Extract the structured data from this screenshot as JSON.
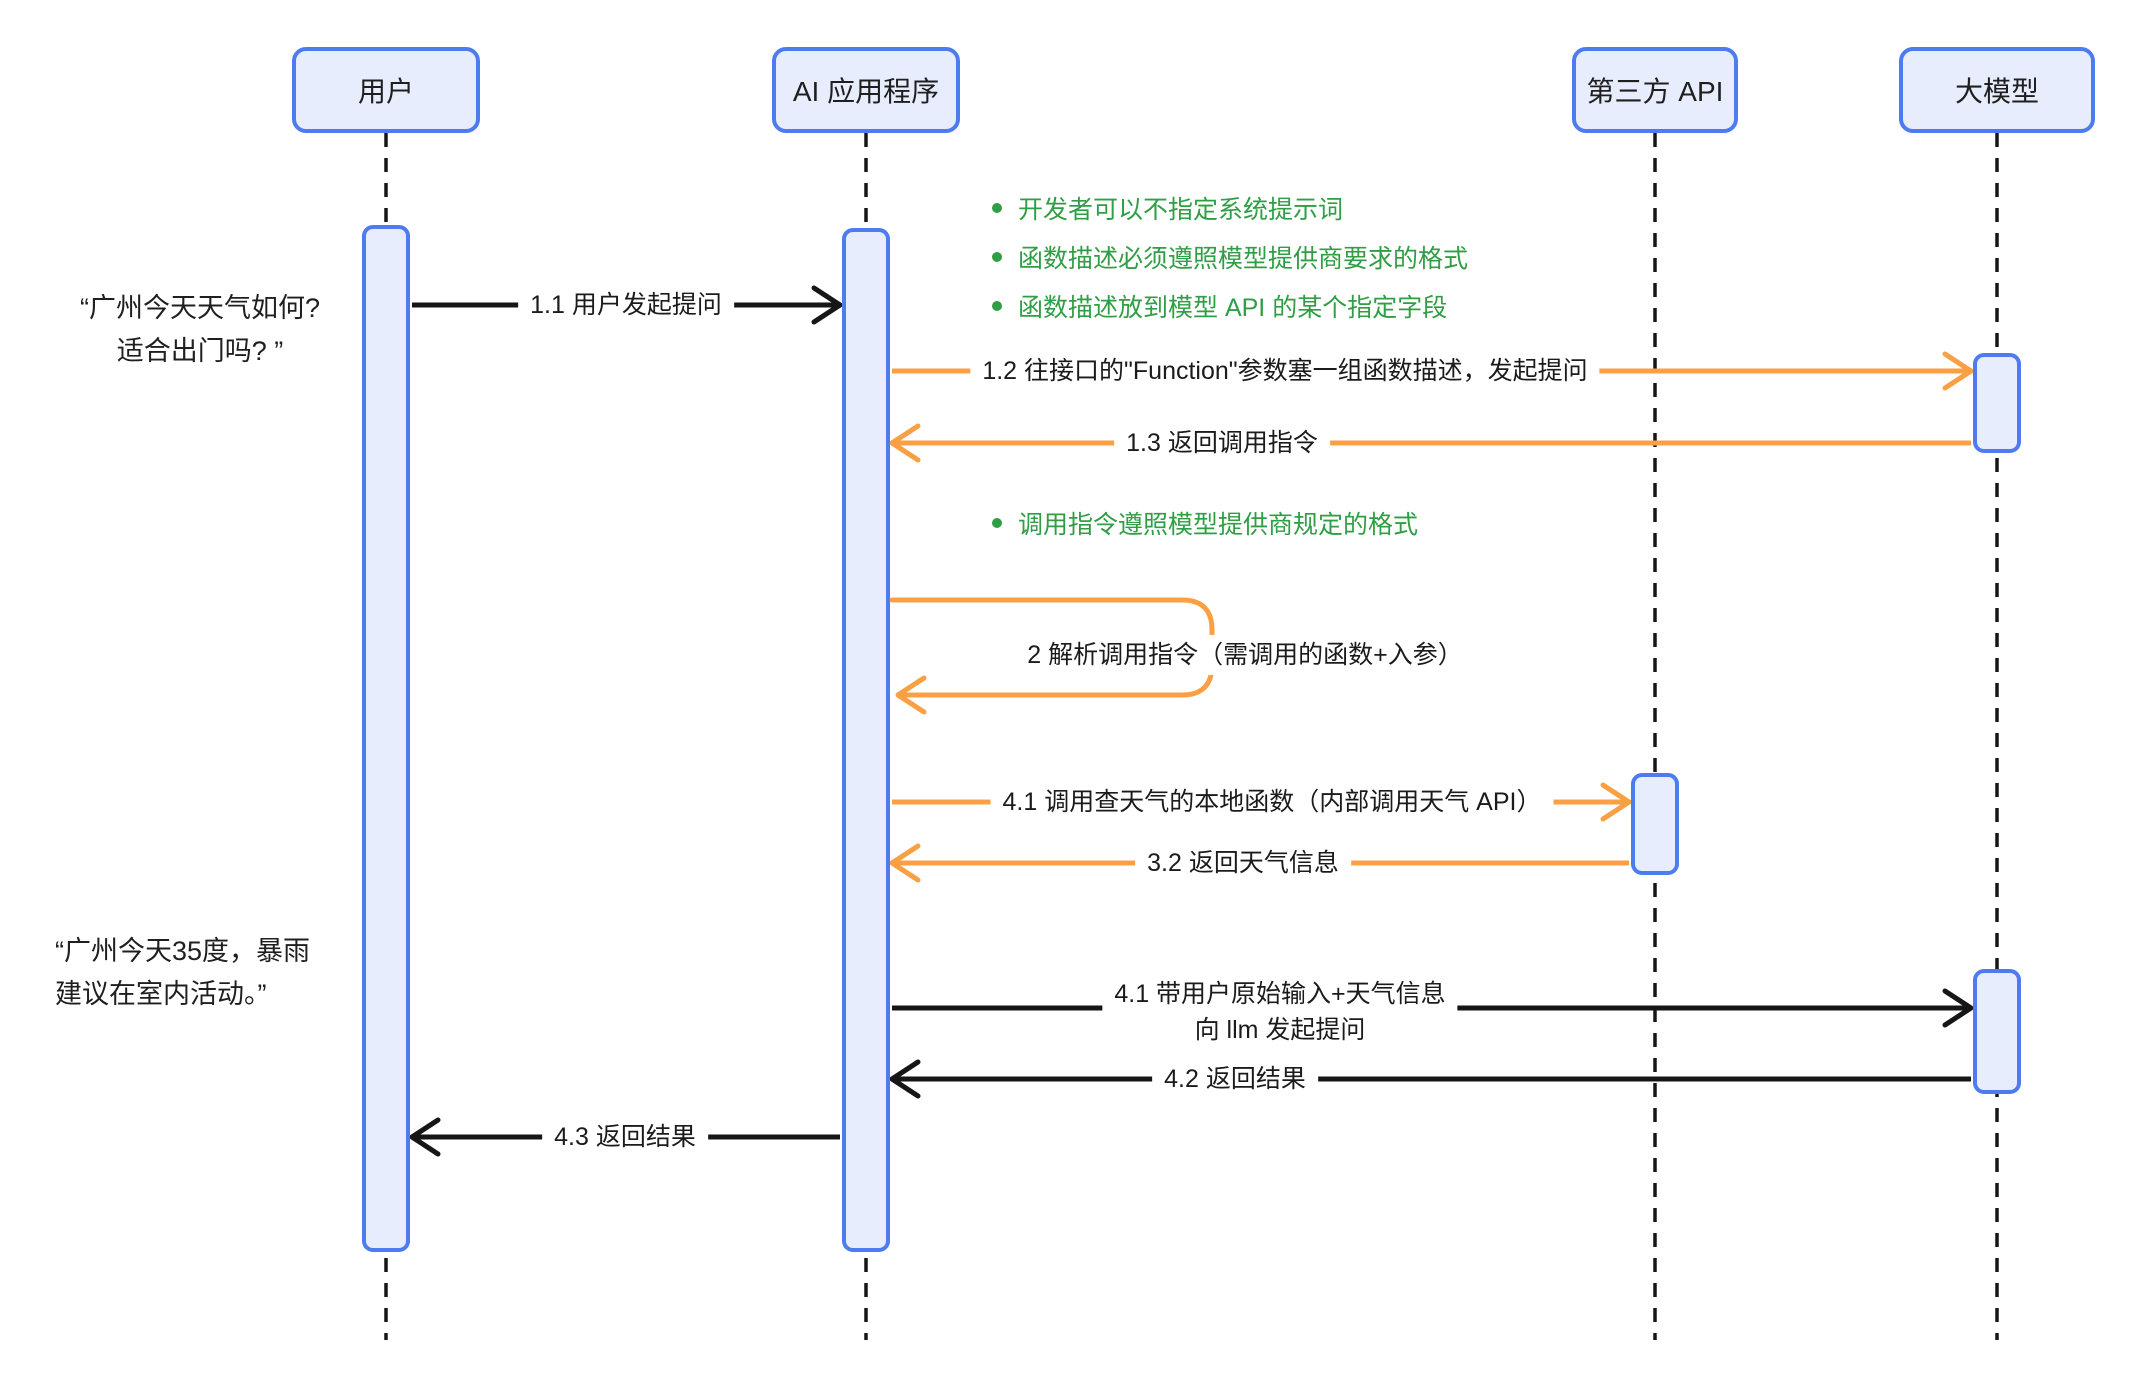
{
  "diagram": {
    "actors": [
      {
        "id": "user",
        "label": "用户"
      },
      {
        "id": "ai-app",
        "label": "AI 应用程序"
      },
      {
        "id": "third-party-api",
        "label": "第三方 API"
      },
      {
        "id": "llm",
        "label": "大模型"
      }
    ],
    "notes": {
      "top": [
        "开发者可以不指定系统提示词",
        "函数描述必须遵照模型提供商要求的格式",
        "函数描述放到模型 API 的某个指定字段"
      ],
      "mid": [
        "调用指令遵照模型提供商规定的格式"
      ]
    },
    "quotes": {
      "question": "“广州今天天气如何?\n适合出门吗? ”",
      "answer": "“广州今天35度，暴雨\n建议在室内活动。”"
    },
    "messages": [
      {
        "id": "1.1",
        "label": "1.1 用户发起提问"
      },
      {
        "id": "1.2",
        "label": "1.2 往接口的\"Function\"参数塞一组函数描述，发起提问"
      },
      {
        "id": "1.3",
        "label": "1.3 返回调用指令"
      },
      {
        "id": "2",
        "label": "2 解析调用指令（需调用的函数+入参）"
      },
      {
        "id": "4.1a",
        "label": "4.1 调用查天气的本地函数（内部调用天气 API）"
      },
      {
        "id": "3.2",
        "label": "3.2 返回天气信息"
      },
      {
        "id": "4.1b",
        "label": "4.1 带用户原始输入+天气信息\n向 llm 发起提问"
      },
      {
        "id": "4.2",
        "label": "4.2 返回结果"
      },
      {
        "id": "4.3",
        "label": "4.3 返回结果"
      }
    ],
    "colors": {
      "blue_border": "#4d7cf0",
      "blue_fill": "#e7edfd",
      "orange": "#f9a045",
      "green": "#2f9e44",
      "line_black": "#161616"
    }
  }
}
